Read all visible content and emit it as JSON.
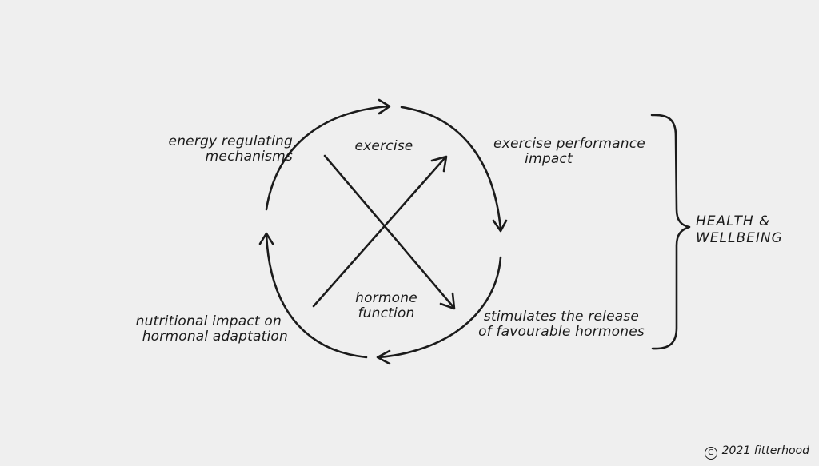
{
  "labels": {
    "energy": [
      "energy regulating",
      "mechanisms"
    ],
    "exercise": [
      "exercise"
    ],
    "performance": [
      "exercise performance",
      "impact"
    ],
    "hormone": [
      "hormone",
      "function"
    ],
    "nutrition": [
      "nutritional impact on",
      "hormonal adaptation"
    ],
    "stimulates": [
      "stimulates the release",
      "of favourable hormones"
    ],
    "health": [
      "HEALTH &",
      "WELLBEING"
    ]
  },
  "copyright": {
    "symbol": "C",
    "text": "2021 fitterhood"
  },
  "colors": {
    "background": "#efefef",
    "ink": "#1b1b1b"
  }
}
